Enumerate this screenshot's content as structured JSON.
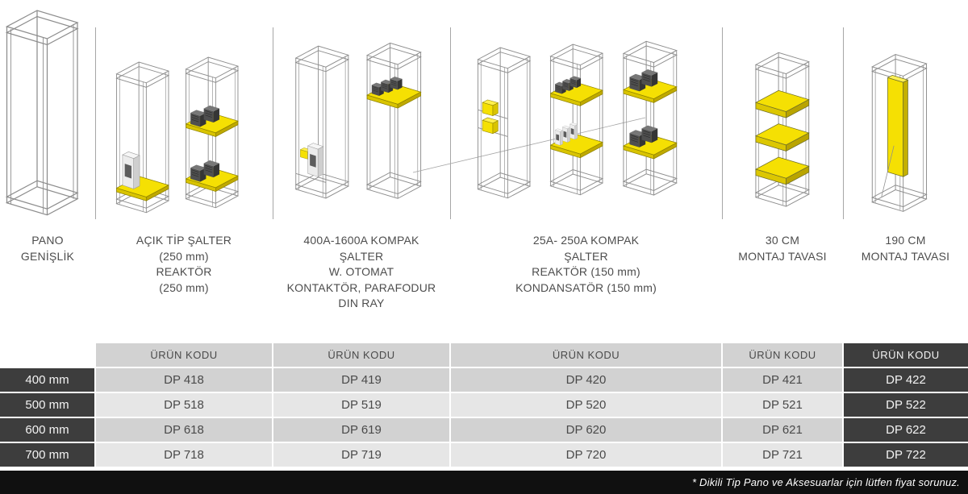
{
  "headers": [
    {
      "id": "pano-genislik",
      "lines": [
        "PANO",
        "GENİŞLİK"
      ]
    },
    {
      "id": "acik-tip-salter",
      "lines": [
        "AÇIK TİP ŞALTER",
        "(250 mm)",
        "REAKTÖR",
        "(250 mm)"
      ]
    },
    {
      "id": "kompak-salter-400-1600",
      "lines": [
        "400A-1600A KOMPAK",
        "ŞALTER",
        "W. OTOMAT",
        "KONTAKTÖR, PARAFODUR",
        "DIN RAY"
      ]
    },
    {
      "id": "kompak-salter-25-250",
      "lines": [
        "25A- 250A KOMPAK",
        "ŞALTER",
        "REAKTÖR (150 mm)",
        "KONDANSATÖR (150 mm)"
      ]
    },
    {
      "id": "montaj-tavasi-30",
      "lines": [
        "30 CM",
        "MONTAJ TAVASI"
      ]
    },
    {
      "id": "montaj-tavasi-190",
      "lines": [
        "190 CM",
        "MONTAJ TAVASI"
      ]
    }
  ],
  "table": {
    "code_header": "ÜRÜN KODU",
    "rows": [
      {
        "width": "400 mm",
        "codes": [
          "DP 418",
          "DP 419",
          "DP 420",
          "DP 421",
          "DP 422"
        ]
      },
      {
        "width": "500 mm",
        "codes": [
          "DP 518",
          "DP 519",
          "DP 520",
          "DP 521",
          "DP 522"
        ]
      },
      {
        "width": "600 mm",
        "codes": [
          "DP 618",
          "DP 619",
          "DP 620",
          "DP 621",
          "DP 622"
        ]
      },
      {
        "width": "700 mm",
        "codes": [
          "DP 718",
          "DP 719",
          "DP 720",
          "DP 721",
          "DP 722"
        ]
      }
    ]
  },
  "footer": {
    "note": "* Dikili Tip Pano ve Aksesuarlar için lütfen fiyat sorunuz."
  },
  "illustrations": [
    "empty-cabinet-frame",
    "cabinet-acik-tip-salter",
    "cabinet-reaktor",
    "cabinet-kompak-salter-400-1600",
    "cabinet-din-ray",
    "cabinet-kompak-salter-25-250",
    "cabinet-kondansator",
    "cabinet-reaktor-150",
    "cabinet-montaj-tavasi-30cm",
    "cabinet-montaj-tavasi-190cm"
  ],
  "colors": {
    "accent_yellow": "#f5e003",
    "dark_cell": "#3d3d3d",
    "row_grey_dark": "#d2d2d2",
    "row_grey_light": "#e6e6e6",
    "footer_bg": "#101010"
  }
}
